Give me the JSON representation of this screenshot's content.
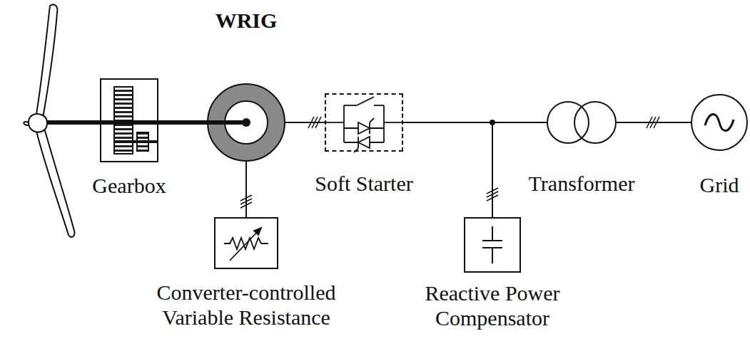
{
  "diagram": {
    "nodes": [
      {
        "text": [
          "Gearbox"
        ]
      },
      {
        "text": [
          "WRIG"
        ]
      },
      {
        "text": [
          "Converter-controlled Variable Resistance"
        ]
      },
      {
        "text": [
          "Soft Starter"
        ]
      },
      {
        "text": [
          "Reactive Power Compensator"
        ]
      },
      {
        "text": [
          "Transformer"
        ]
      },
      {
        "text": [
          "Grid"
        ]
      }
    ],
    "edges": [
      {
        "from": 0,
        "to": 1,
        "arrow": "none"
      },
      {
        "from": 1,
        "to": 2,
        "arrow": "none"
      },
      {
        "from": 1,
        "to": 3,
        "arrow": "none"
      },
      {
        "from": 3,
        "to": 5,
        "arrow": "none"
      },
      {
        "from": 4,
        "to": 5,
        "arrow": "none"
      },
      {
        "from": 5,
        "to": 6,
        "arrow": "none"
      }
    ]
  }
}
